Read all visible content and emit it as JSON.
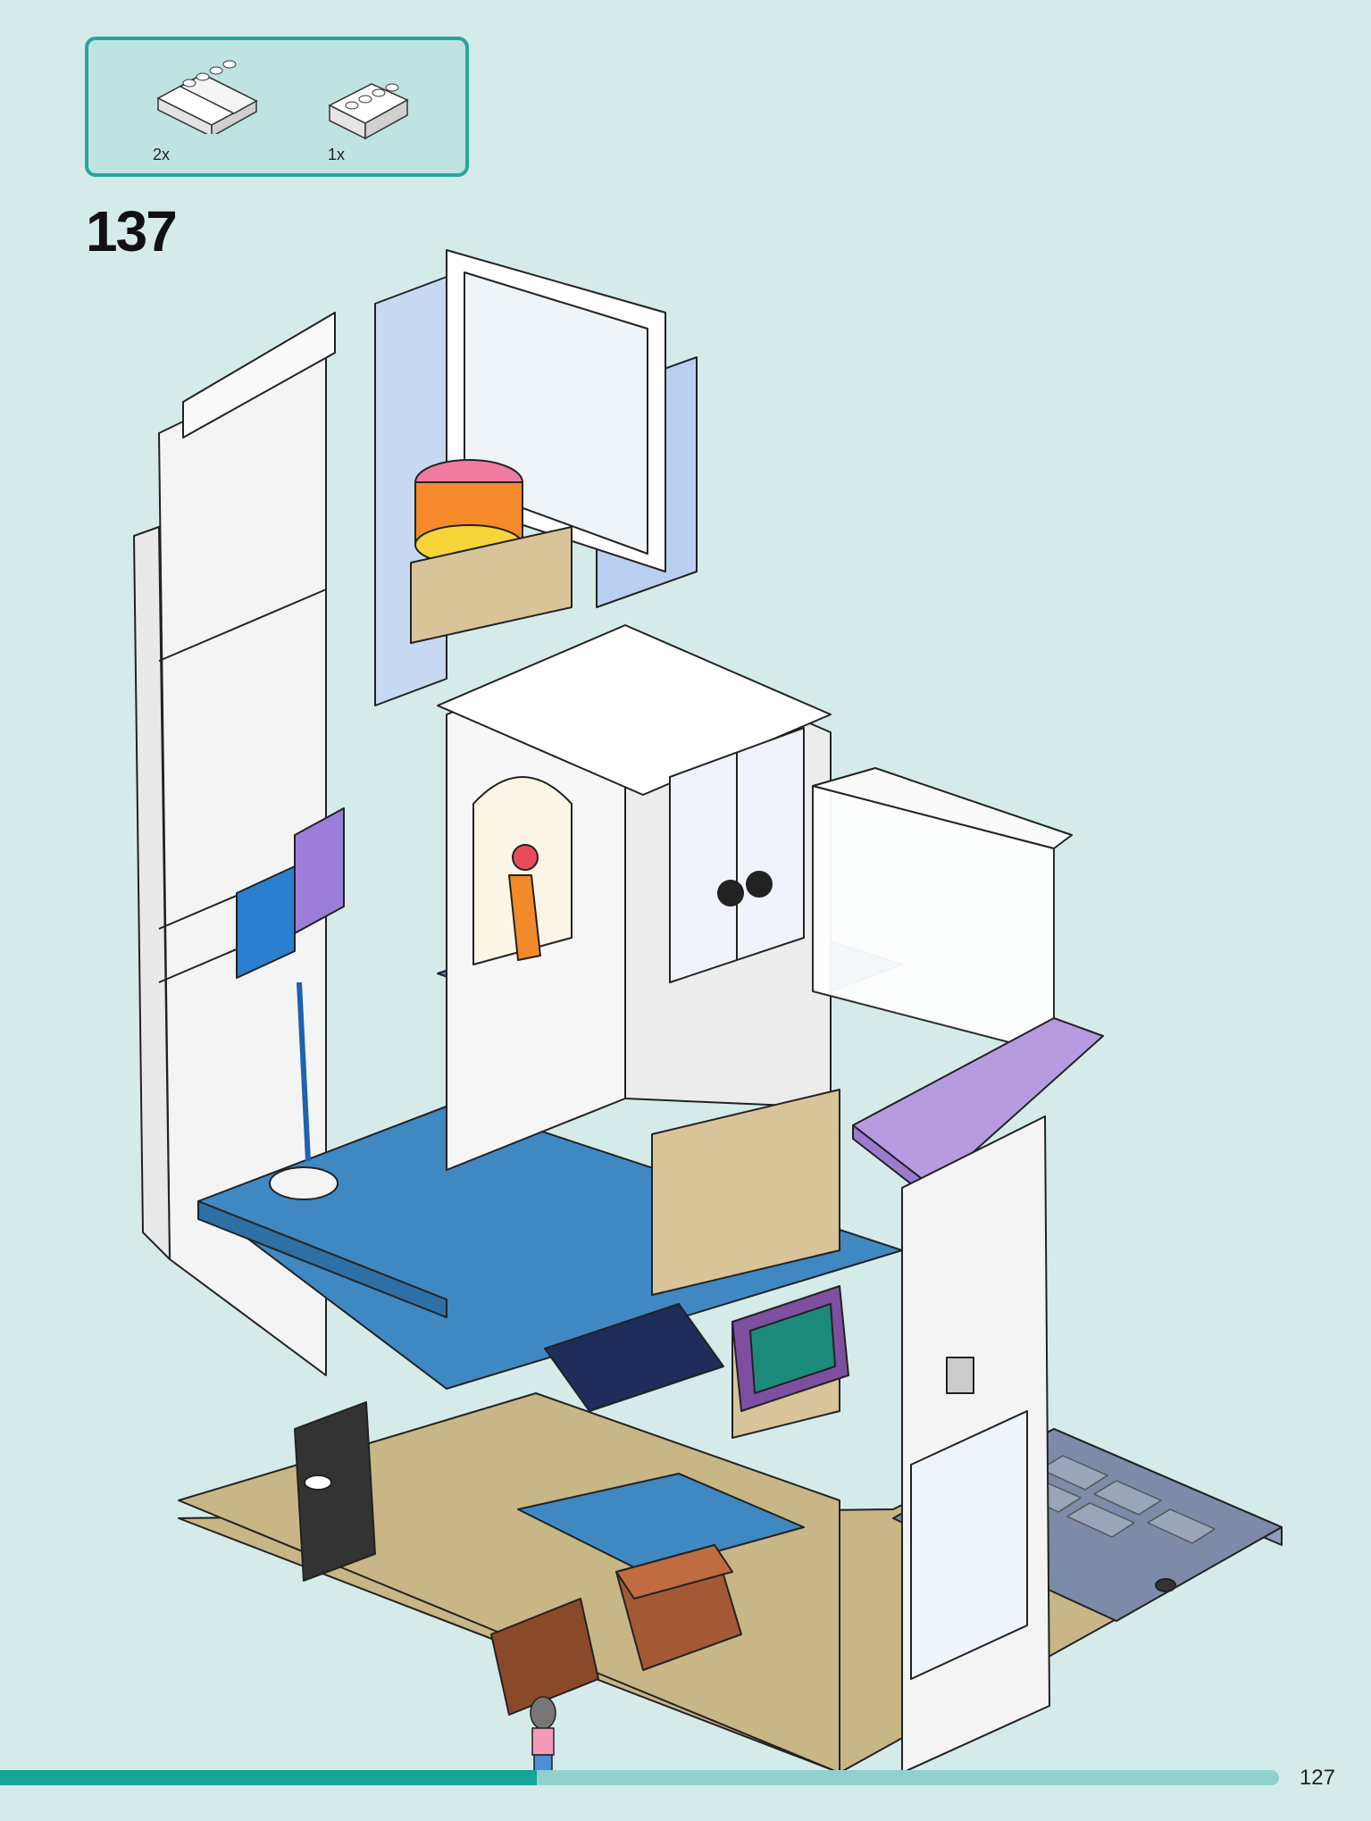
{
  "parts_callout": {
    "items": [
      {
        "icon": "slope-brick-2x4-white-icon",
        "quantity": "2x"
      },
      {
        "icon": "brick-1x4-white-icon",
        "quantity": "1x"
      }
    ]
  },
  "step": {
    "number": "137"
  },
  "page": {
    "number": "127"
  },
  "progress": {
    "fraction": 0.42
  },
  "colors": {
    "background": "#d5ebea",
    "callout_border": "#27a79b",
    "callout_fill": "#bfe3e1",
    "progress_fill": "#16a497",
    "progress_track": "#8fd2cd"
  },
  "illustration": {
    "icon": "lego-building-model-icon"
  }
}
